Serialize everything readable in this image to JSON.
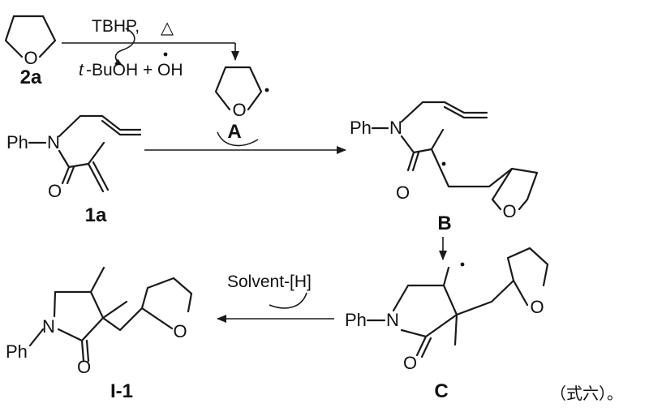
{
  "reagents": {
    "oxidant": "TBHP,",
    "heat_symbol": "△",
    "byproduct_prefix": "t",
    "byproduct_rest": "-BuOH + ",
    "hydroxyl": "OH",
    "hydrogen_source": "Solvent-[H]"
  },
  "atoms": {
    "oxygen": "O",
    "nitrogen": "N",
    "phenyl": "Ph"
  },
  "labels": {
    "thf": "2a",
    "radical_a": "A",
    "substrate": "1a",
    "radical_b": "B",
    "radical_c": "C",
    "product": "I-1"
  },
  "caption": "（式六）。"
}
